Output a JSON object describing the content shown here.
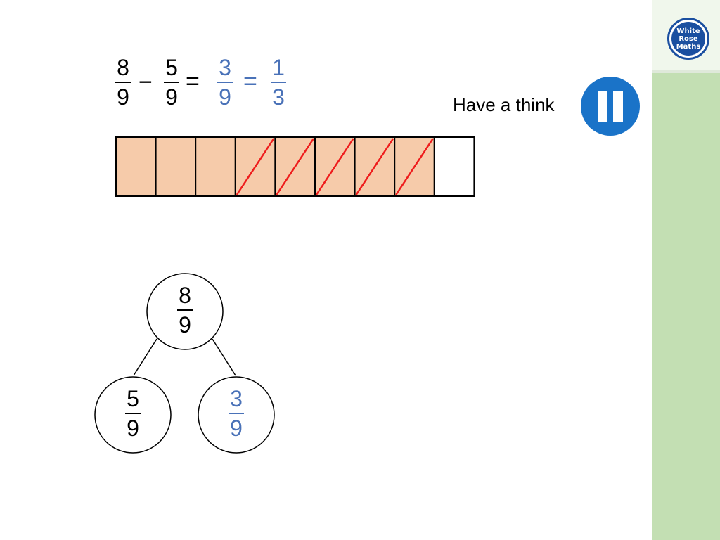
{
  "equation": {
    "a": {
      "num": "8",
      "den": "9"
    },
    "op1": "−",
    "b": {
      "num": "5",
      "den": "9"
    },
    "op2": "=",
    "c": {
      "num": "3",
      "den": "9"
    },
    "op3": "=",
    "d": {
      "num": "1",
      "den": "3"
    }
  },
  "prompt": {
    "label": "Have a think"
  },
  "bar_model": {
    "total_parts": 9,
    "shaded_parts": 8,
    "crossed_out_parts": 5
  },
  "part_whole": {
    "whole": {
      "num": "8",
      "den": "9"
    },
    "part1": {
      "num": "5",
      "den": "9"
    },
    "part2": {
      "num": "3",
      "den": "9"
    }
  },
  "logo": {
    "line1": "White",
    "line2": "Rose",
    "line3": "Maths"
  },
  "colors": {
    "shaded": "#f6cbaa",
    "cross": "#ee1c1c",
    "answer": "#4a72b8",
    "pause": "#1a73c8",
    "sidebar": "#c3dfb3"
  }
}
